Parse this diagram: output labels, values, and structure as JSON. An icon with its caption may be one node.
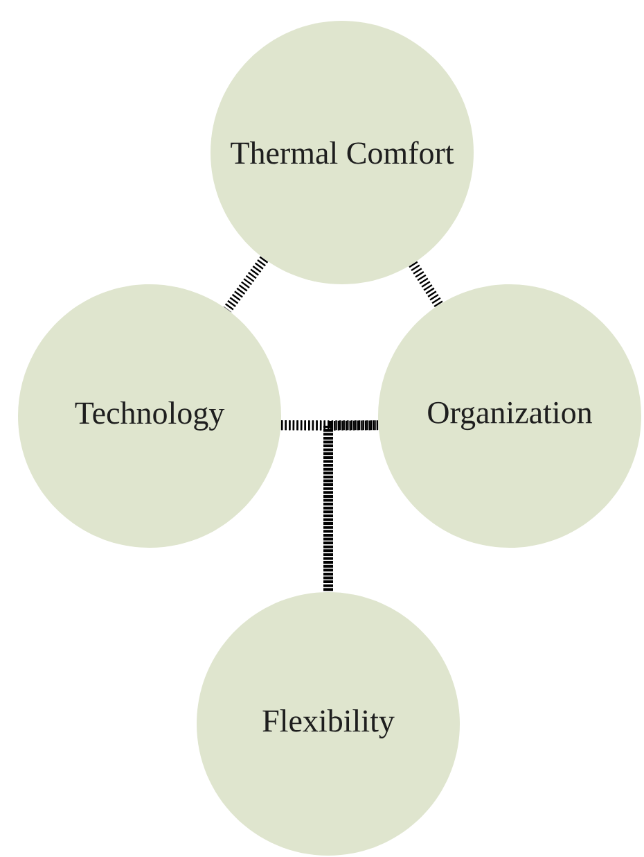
{
  "diagram": {
    "nodes": [
      {
        "text": [
          "Thermal Comfort"
        ]
      },
      {
        "text": [
          "Technology"
        ]
      },
      {
        "text": [
          "Organization"
        ]
      },
      {
        "text": [
          "Flexibility"
        ]
      }
    ],
    "edges": [
      {
        "from": 0,
        "to": 1,
        "arrow": "none"
      },
      {
        "from": 0,
        "to": 2,
        "arrow": "none"
      },
      {
        "from": 1,
        "to": 2,
        "arrow": "none"
      },
      {
        "from": 1,
        "to": 3,
        "arrow": "none"
      },
      {
        "from": 2,
        "to": 3,
        "arrow": "none"
      }
    ]
  }
}
